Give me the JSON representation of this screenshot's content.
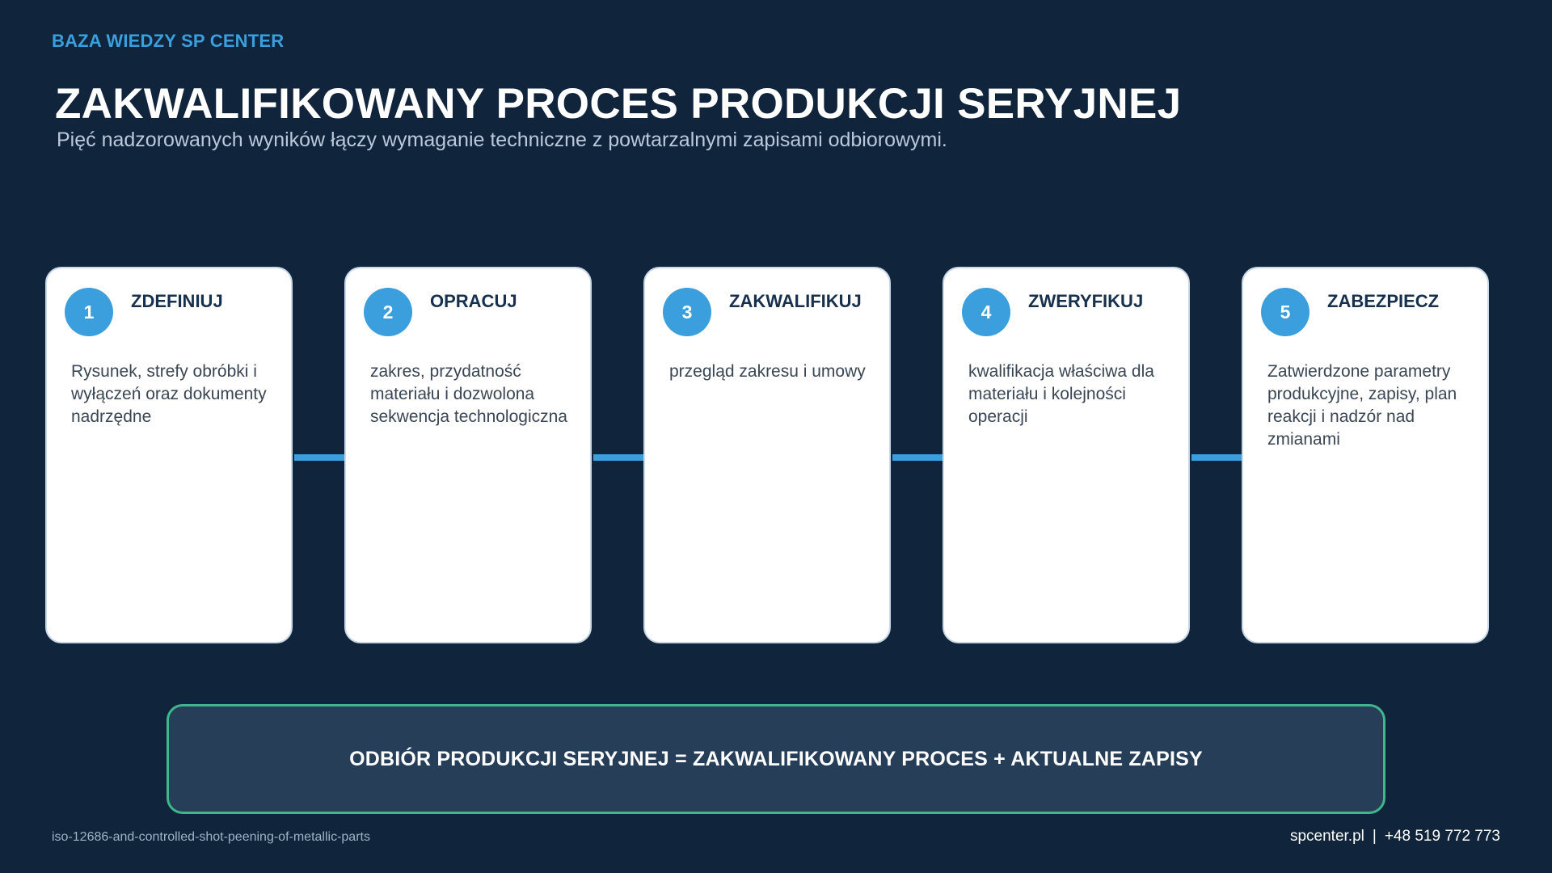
{
  "header": {
    "kicker": "BAZA WIEDZY SP CENTER",
    "title": "ZAKWALIFIKOWANY PROCES PRODUKCJI SERYJNEJ",
    "subtitle": "Pięć nadzorowanych wyników łączy wymaganie techniczne z powtarzalnymi zapisami odbiorowymi."
  },
  "steps": [
    {
      "number": "1",
      "title": "ZDEFINIUJ",
      "body": "Rysunek, strefy obróbki i wyłączeń oraz dokumenty nadrzędne"
    },
    {
      "number": "2",
      "title": "OPRACUJ",
      "body": "zakres, przydatność materiału i dozwolona sekwencja technologiczna"
    },
    {
      "number": "3",
      "title": "ZAKWALIFIKUJ",
      "body": "przegląd zakresu i umowy"
    },
    {
      "number": "4",
      "title": "ZWERYFIKUJ",
      "body": "kwalifikacja właściwa dla materiału i kolejności operacji"
    },
    {
      "number": "5",
      "title": "ZABEZPIECZ",
      "body": "Zatwierdzone parametry produkcyjne, zapisy, plan reakcji i nadzór nad zmianami"
    }
  ],
  "summary": {
    "text": "ODBIÓR PRODUKCJI SERYJNEJ = ZAKWALIFIKOWANY PROCES + AKTUALNE ZAPISY"
  },
  "footer": {
    "slug": "iso-12686-and-controlled-shot-peening-of-metallic-parts",
    "website": "spcenter.pl",
    "separator": "|",
    "phone": "+48 519 772 773"
  },
  "colors": {
    "background": "#10243b",
    "accent": "#3a9fdc",
    "summary_border": "#3fb68b",
    "summary_fill": "#263e58",
    "card": "#ffffff"
  }
}
